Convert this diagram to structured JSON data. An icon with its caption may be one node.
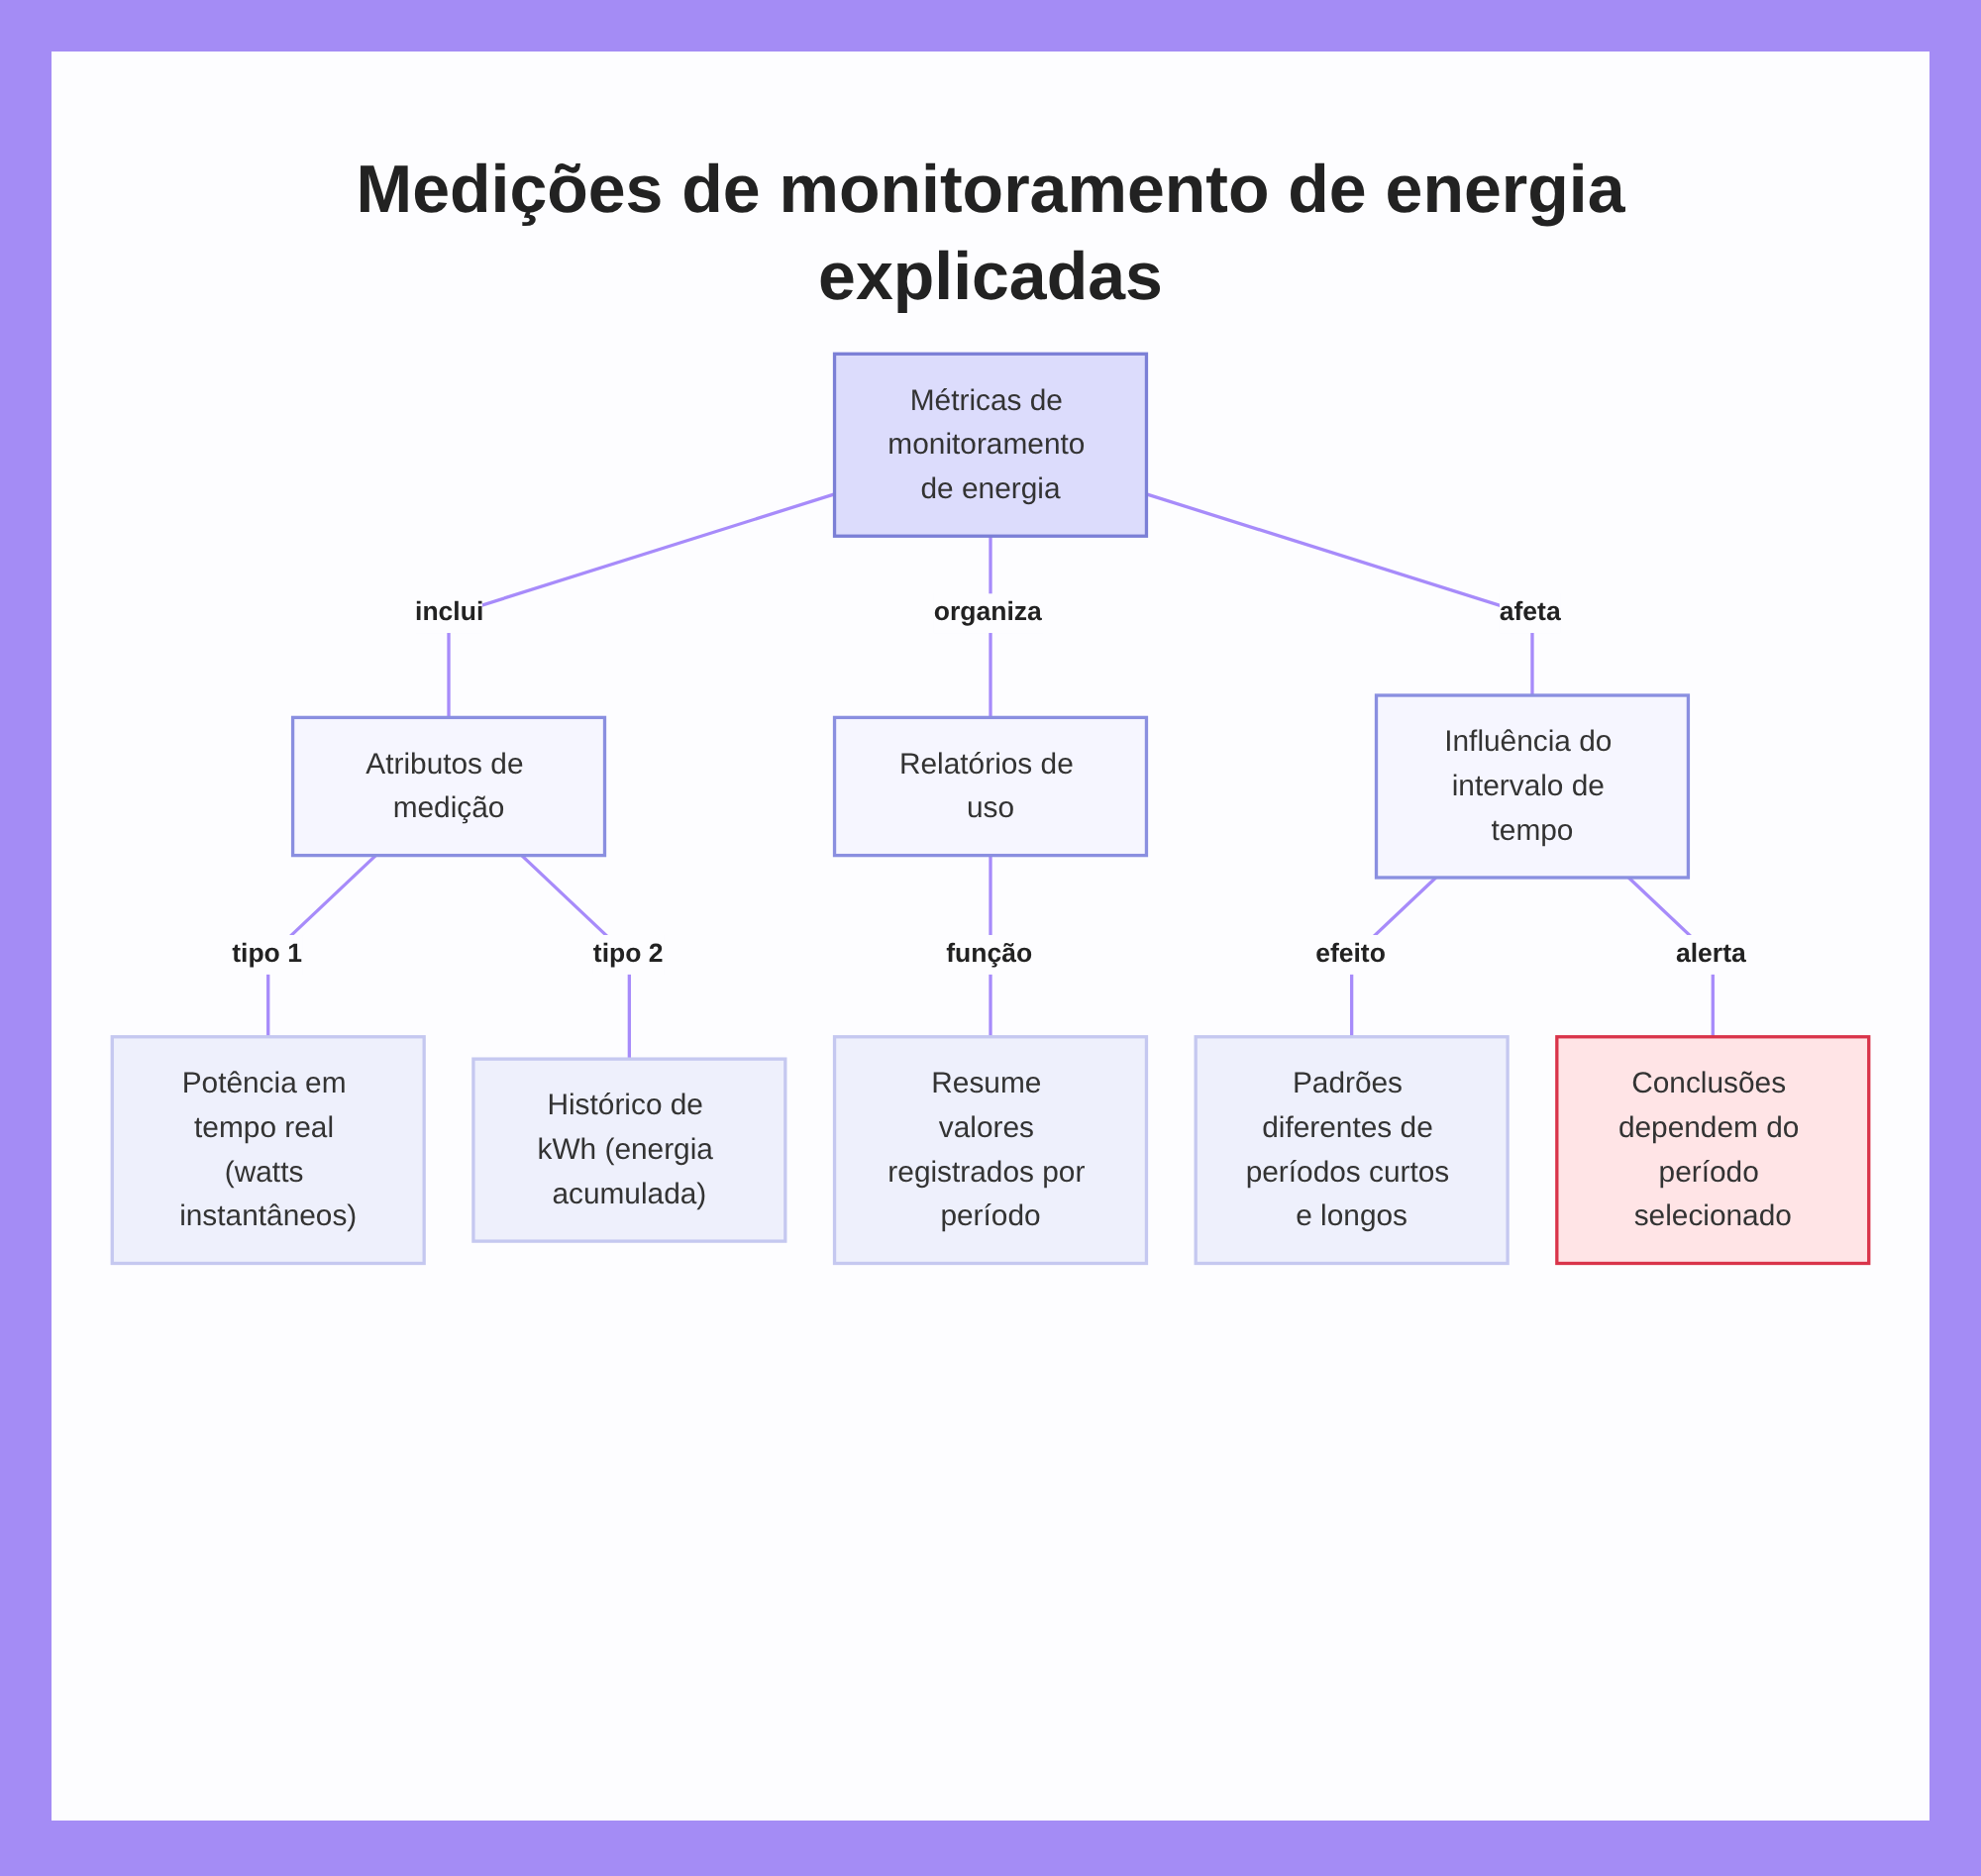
{
  "diagram": {
    "title": "Medições de monitoramento de energia explicadas",
    "nodes": [
      {
        "text": [
          "Métricas de monitoramento de energia"
        ]
      },
      {
        "text": [
          "Atributos de medição"
        ]
      },
      {
        "text": [
          "Relatórios de uso"
        ]
      },
      {
        "text": [
          "Influência do intervalo de tempo"
        ]
      },
      {
        "text": [
          "Potência em tempo real (watts instantâneos)"
        ]
      },
      {
        "text": [
          "Histórico de kWh (energia acumulada)"
        ]
      },
      {
        "text": [
          "Resume valores registrados por período"
        ]
      },
      {
        "text": [
          "Padrões diferentes de períodos curtos e longos"
        ]
      },
      {
        "text": [
          "Conclusões dependem do período selecionado"
        ]
      }
    ],
    "edges": [
      {
        "from": 0,
        "to": 1,
        "arrow": "none",
        "label": "inclui"
      },
      {
        "from": 0,
        "to": 2,
        "arrow": "none",
        "label": "organiza"
      },
      {
        "from": 0,
        "to": 3,
        "arrow": "none",
        "label": "afeta"
      },
      {
        "from": 1,
        "to": 4,
        "arrow": "none",
        "label": "tipo 1"
      },
      {
        "from": 1,
        "to": 5,
        "arrow": "none",
        "label": "tipo 2"
      },
      {
        "from": 2,
        "to": 6,
        "arrow": "none",
        "label": "função"
      },
      {
        "from": 3,
        "to": 7,
        "arrow": "none",
        "label": "efeito"
      },
      {
        "from": 3,
        "to": 8,
        "arrow": "none",
        "label": "alerta"
      }
    ]
  }
}
